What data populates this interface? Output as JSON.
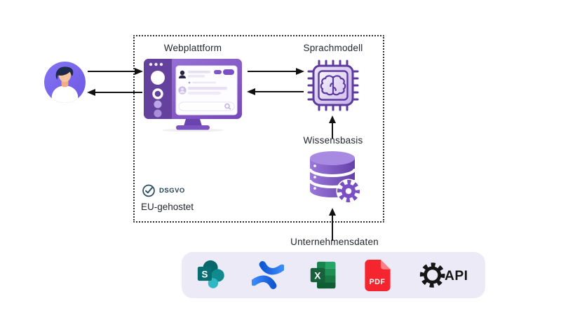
{
  "boundary": {
    "badge_label": "DSGVO",
    "caption": "EU-gehostet"
  },
  "nodes": {
    "user": {
      "icon": "user-avatar"
    },
    "webplattform": {
      "label": "Webplattform",
      "icon": "chat-monitor"
    },
    "sprachmodell": {
      "label": "Sprachmodell",
      "icon": "ai-chip-brain"
    },
    "wissensbasis": {
      "label": "Wissensbasis",
      "icon": "database-gear"
    }
  },
  "flows": [
    {
      "from": "user",
      "to": "webplattform",
      "direction": "right"
    },
    {
      "from": "webplattform",
      "to": "user",
      "direction": "left"
    },
    {
      "from": "webplattform",
      "to": "sprachmodell",
      "direction": "right"
    },
    {
      "from": "sprachmodell",
      "to": "webplattform",
      "direction": "left"
    },
    {
      "from": "wissensbasis",
      "to": "sprachmodell",
      "direction": "up"
    },
    {
      "from": "unternehmensdaten",
      "to": "wissensbasis",
      "direction": "up"
    }
  ],
  "data_sources": {
    "label": "Unternehmensdaten",
    "items": [
      {
        "name": "sharepoint",
        "glyph": "S"
      },
      {
        "name": "confluence",
        "glyph": ""
      },
      {
        "name": "excel",
        "glyph": "X"
      },
      {
        "name": "pdf",
        "glyph": "PDF"
      },
      {
        "name": "api",
        "glyph": "API"
      }
    ]
  },
  "colors": {
    "primary_purple": "#7a4ec4",
    "avatar_purple": "#7a66ea",
    "sharepoint_teal": "#03676b",
    "confluence_blue": "#2170ee",
    "excel_green": "#177a43",
    "pdf_red": "#f4252e",
    "api_black": "#151515",
    "dsgvo_ink": "#2d4f63",
    "tray_background": "#edeaf8",
    "arrow_black": "#111111"
  }
}
